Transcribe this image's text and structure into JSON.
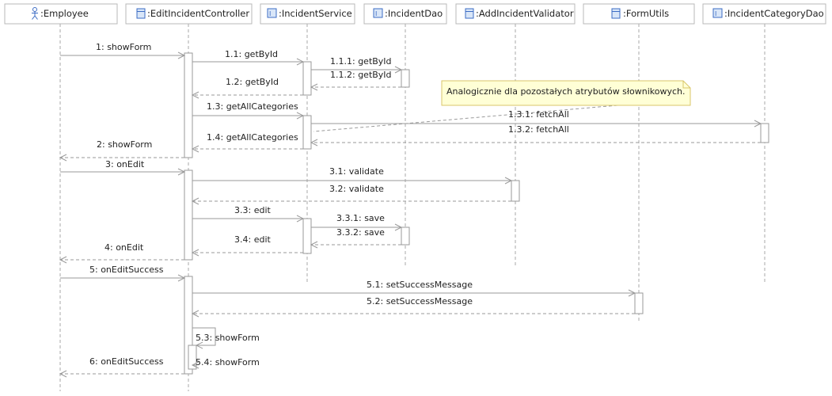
{
  "participants": [
    {
      "label": ":Employee",
      "kind": "actor"
    },
    {
      "label": ":EditIncidentController",
      "kind": "class"
    },
    {
      "label": ":IncidentService",
      "kind": "interface"
    },
    {
      "label": ":IncidentDao",
      "kind": "interface"
    },
    {
      "label": ":AddIncidentValidator",
      "kind": "class"
    },
    {
      "label": ":FormUtils",
      "kind": "class"
    },
    {
      "label": ":IncidentCategoryDao",
      "kind": "interface"
    }
  ],
  "messages": [
    {
      "label": "1: showForm",
      "from": 0,
      "to": 1,
      "type": "sync"
    },
    {
      "label": "1.1: getById",
      "from": 1,
      "to": 2,
      "type": "sync"
    },
    {
      "label": "1.1.1: getById",
      "from": 2,
      "to": 3,
      "type": "sync"
    },
    {
      "label": "1.1.2: getById",
      "from": 3,
      "to": 2,
      "type": "return"
    },
    {
      "label": "1.2: getById",
      "from": 2,
      "to": 1,
      "type": "return"
    },
    {
      "label": "1.3: getAllCategories",
      "from": 1,
      "to": 2,
      "type": "sync"
    },
    {
      "label": "1.3.1: fetchAll",
      "from": 2,
      "to": 6,
      "type": "sync"
    },
    {
      "label": "1.3.2: fetchAll",
      "from": 6,
      "to": 2,
      "type": "return"
    },
    {
      "label": "1.4: getAllCategories",
      "from": 2,
      "to": 1,
      "type": "return"
    },
    {
      "label": "2: showForm",
      "from": 1,
      "to": 0,
      "type": "return"
    },
    {
      "label": "3: onEdit",
      "from": 0,
      "to": 1,
      "type": "sync"
    },
    {
      "label": "3.1: validate",
      "from": 1,
      "to": 4,
      "type": "sync"
    },
    {
      "label": "3.2: validate",
      "from": 4,
      "to": 1,
      "type": "return"
    },
    {
      "label": "3.3: edit",
      "from": 1,
      "to": 2,
      "type": "sync"
    },
    {
      "label": "3.3.1: save",
      "from": 2,
      "to": 3,
      "type": "sync"
    },
    {
      "label": "3.3.2: save",
      "from": 3,
      "to": 2,
      "type": "return"
    },
    {
      "label": "3.4: edit",
      "from": 2,
      "to": 1,
      "type": "return"
    },
    {
      "label": "4: onEdit",
      "from": 1,
      "to": 0,
      "type": "return"
    },
    {
      "label": "5: onEditSuccess",
      "from": 0,
      "to": 1,
      "type": "sync"
    },
    {
      "label": "5.1: setSuccessMessage",
      "from": 1,
      "to": 5,
      "type": "sync"
    },
    {
      "label": "5.2: setSuccessMessage",
      "from": 5,
      "to": 1,
      "type": "return"
    },
    {
      "label": "5.3: showForm",
      "from": 1,
      "to": 1,
      "type": "self"
    },
    {
      "label": "5.4: showForm",
      "from": 1,
      "to": 1,
      "type": "self-return"
    },
    {
      "label": "6: onEditSuccess",
      "from": 1,
      "to": 0,
      "type": "return"
    }
  ],
  "note": {
    "text": "Analogicznie dla pozostałych atrybutów słownikowych."
  }
}
